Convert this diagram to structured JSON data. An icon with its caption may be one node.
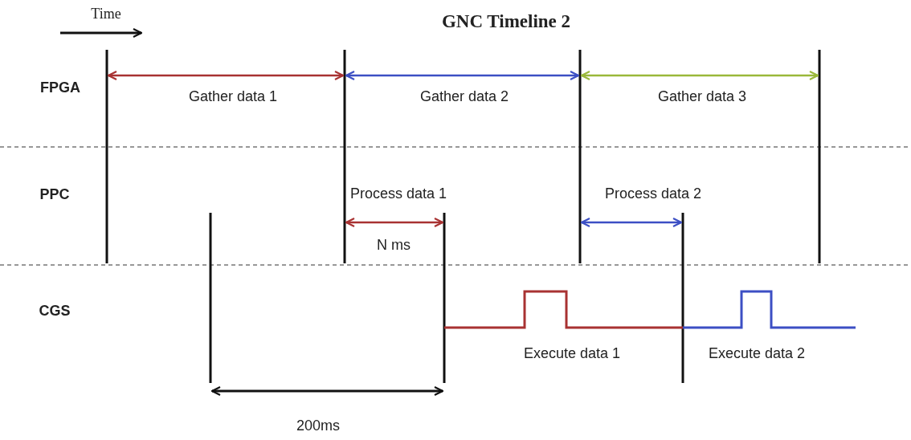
{
  "diagram": {
    "title": "GNC Timeline 2",
    "labels": [
      "Time",
      "FPGA",
      "Gather data 1",
      "Gather data 2",
      "Gather data 3",
      "PPC",
      "Process data 1",
      "Process data 2",
      "N ms",
      "CGS",
      "Execute data 1",
      "Execute data 2",
      "200ms"
    ]
  }
}
